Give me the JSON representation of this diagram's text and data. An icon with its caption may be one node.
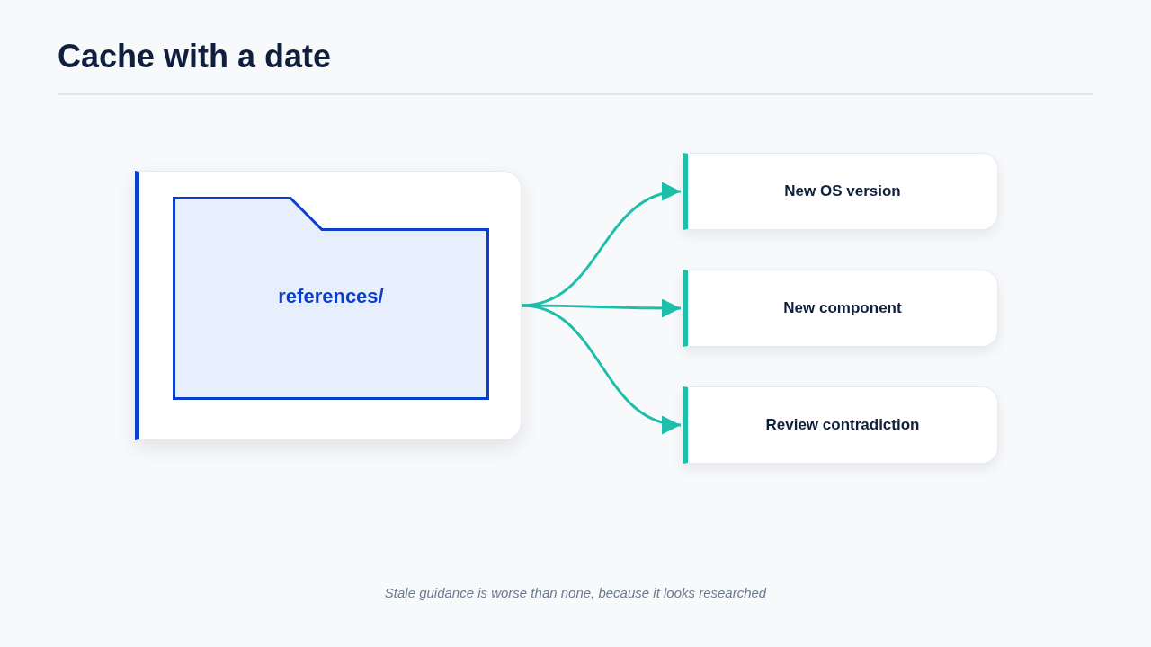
{
  "diagram": {
    "title": "Cache with a date",
    "caption": "Stale guidance is worse than none, because it looks researched",
    "nodes": [
      {
        "text": [],
        "shape": "box"
      },
      {
        "text": [
          "references/"
        ],
        "in": 0
      },
      {
        "text": [
          "New OS version"
        ]
      },
      {
        "text": [
          "New component"
        ]
      },
      {
        "text": [
          "Review contradiction"
        ]
      }
    ],
    "edges": [
      {
        "from": 0,
        "to": 2,
        "arrow": "to"
      },
      {
        "from": 0,
        "to": 3,
        "arrow": "to"
      },
      {
        "from": 0,
        "to": 4,
        "arrow": "to"
      }
    ]
  }
}
